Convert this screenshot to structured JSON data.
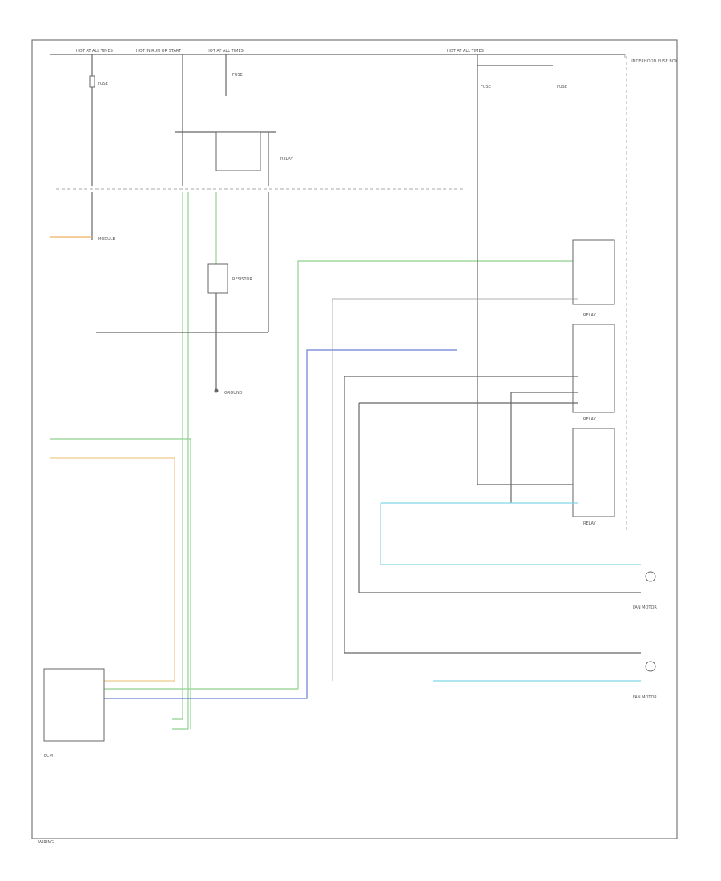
{
  "diagram": {
    "power_labels": {
      "hot_at_all_times_left": "HOT AT ALL TIMES",
      "hot_in_run_or_start": "HOT IN RUN OR START",
      "hot_at_all_times_mid": "HOT AT ALL TIMES",
      "hot_at_all_times_right": "HOT AT ALL TIMES"
    },
    "fuse_labels": {
      "fuse_left": "FUSE",
      "fuse_mid": "FUSE",
      "fuse_right_a": "FUSE",
      "fuse_right_b": "FUSE"
    },
    "component_labels": {
      "underhood_box": "UNDERHOOD FUSE BOX",
      "relay_top": "RELAY",
      "fuse_resistor": "RESISTOR",
      "module_left": "MODULE",
      "ground": "GROUND",
      "relay_1": "RELAY",
      "relay_2": "RELAY",
      "relay_3": "RELAY",
      "fan_motor_1": "FAN MOTOR",
      "fan_motor_2": "FAN MOTOR",
      "ecm": "ECM"
    },
    "footer": "WIRING"
  },
  "colors": {
    "green": "#8fd18f",
    "blue": "#6b7fd6",
    "orange": "#f0b060",
    "yellow": "#eec98a",
    "cyan": "#7fd8e8",
    "black_wire": "#666666"
  }
}
